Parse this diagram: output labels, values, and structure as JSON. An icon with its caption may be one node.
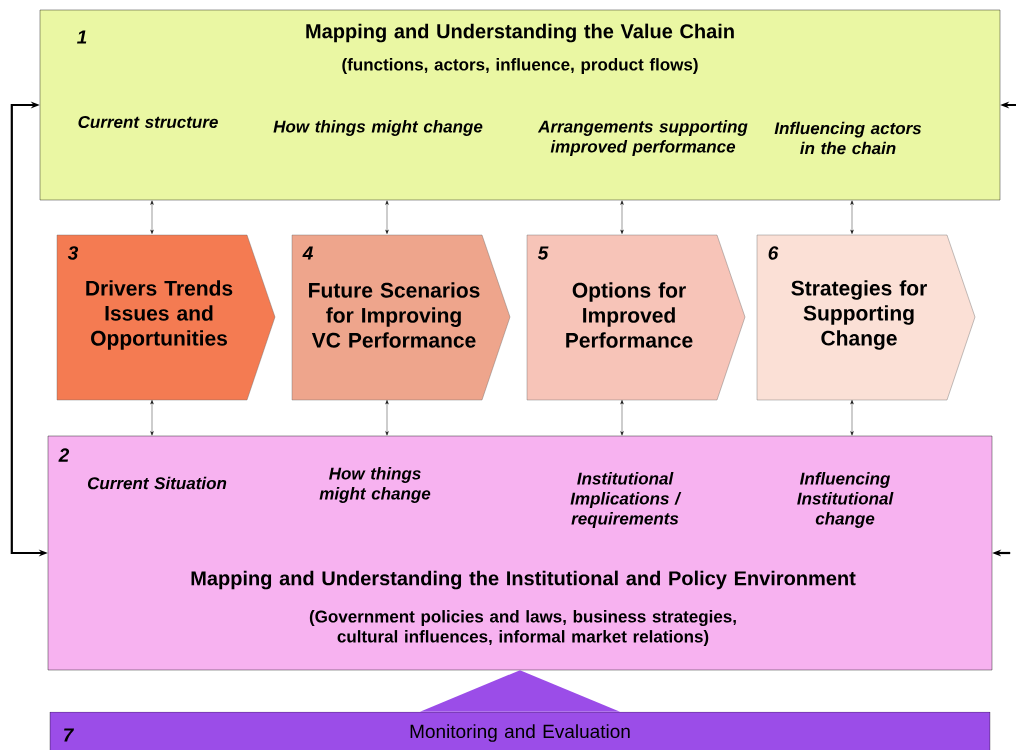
{
  "diagram": {
    "nodes": [
      {
        "text": [
          "1",
          "Mapping and Understanding the Value Chain",
          "(functions, actors, influence, product flows)",
          "Current structure",
          "How things might change",
          "Arrangements supporting improved performance",
          "Influencing actors in the chain"
        ]
      },
      {
        "text": [
          "3",
          "Drivers Trends Issues and Opportunities"
        ]
      },
      {
        "text": [
          "4",
          "Future Scenarios for Improving VC Performance"
        ]
      },
      {
        "text": [
          "5",
          "Options for Improved Performance"
        ]
      },
      {
        "text": [
          "6",
          "Strategies for Supporting Change"
        ]
      },
      {
        "text": [
          "2",
          "Current Situation",
          "How things might change",
          "Institutional Implications / requirements",
          "Influencing Institutional change",
          "Mapping and Understanding the Institutional and Policy Environment",
          "(**G**overnment policies and laws, business strategies, cultural influences, informal market relations)"
        ]
      },
      {
        "text": [
          "7",
          "Monitoring and Evaluation"
        ]
      }
    ],
    "edges": [
      {
        "from": 1,
        "to": 0,
        "arrow": "both"
      },
      {
        "from": 2,
        "to": 0,
        "arrow": "both"
      },
      {
        "from": 3,
        "to": 0,
        "arrow": "both"
      },
      {
        "from": 4,
        "to": 0,
        "arrow": "both"
      },
      {
        "from": 1,
        "to": 5,
        "arrow": "both"
      },
      {
        "from": 2,
        "to": 5,
        "arrow": "both"
      },
      {
        "from": 3,
        "to": 5,
        "arrow": "both"
      },
      {
        "from": 4,
        "to": 5,
        "arrow": "both"
      },
      {
        "from": 0,
        "to": 5,
        "arrow": "both",
        "style": "thick"
      },
      {
        "from": null,
        "to": 0,
        "arrow": "to",
        "style": "thick"
      },
      {
        "from": null,
        "to": 5,
        "arrow": "to",
        "style": "thick"
      },
      {
        "from": 6,
        "to": 5,
        "arrow": "to",
        "style": "thick",
        "color": "#9b4de8"
      }
    ]
  }
}
